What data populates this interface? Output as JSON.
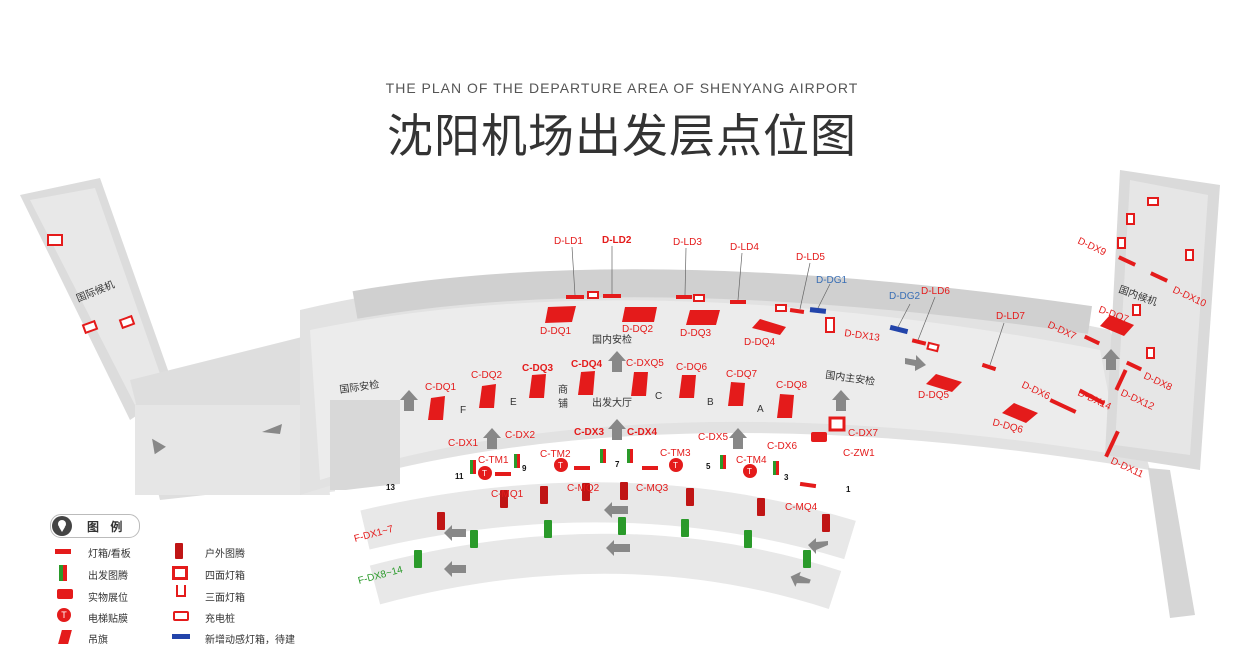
{
  "header": {
    "subtitle": "THE PLAN OF THE DEPARTURE AREA OF SHENYANG AIRPORT",
    "title": "沈阳机场出发层点位图"
  },
  "colors": {
    "red": "#e41b1b",
    "green": "#2a9a2a",
    "blue": "#2244aa",
    "floor": "#e6e6e6",
    "wall": "#c9c9c9"
  },
  "areas": {
    "intl_waiting": "国际候机",
    "intl_security": "国际安检",
    "dom_security": "国内安检",
    "dom_main_security": "国内主安检",
    "dom_waiting": "国内候机",
    "shops": "商\n铺",
    "departure_hall": "出发大厅",
    "zones": [
      "F",
      "E",
      "C",
      "B",
      "A"
    ],
    "gates": [
      "13",
      "11",
      "9",
      "7",
      "5",
      "3",
      "1"
    ]
  },
  "points": {
    "D-LD1": "D-LD1",
    "D-LD2": "D-LD2",
    "D-LD3": "D-LD3",
    "D-LD4": "D-LD4",
    "D-LD5": "D-LD5",
    "D-LD6": "D-LD6",
    "D-LD7": "D-LD7",
    "D-DG1": "D-DG1",
    "D-DG2": "D-DG2",
    "D-DQ1": "D-DQ1",
    "D-DQ2": "D-DQ2",
    "D-DQ3": "D-DQ3",
    "D-DQ4": "D-DQ4",
    "D-DQ5": "D-DQ5",
    "D-DQ6": "D-DQ6",
    "D-DQ7": "D-DQ7",
    "D-DX6": "D-DX6",
    "D-DX7": "D-DX7",
    "D-DX8": "D-DX8",
    "D-DX9": "D-DX9",
    "D-DX10": "D-DX10",
    "D-DX11": "D-DX11",
    "D-DX12": "D-DX12",
    "D-DX13": "D-DX13",
    "D-DX14": "D-DX14",
    "C-DQ1": "C-DQ1",
    "C-DQ2": "C-DQ2",
    "C-DQ3": "C-DQ3",
    "C-DQ4": "C-DQ4",
    "C-DXQ5": "C-DXQ5",
    "C-DQ6": "C-DQ6",
    "C-DQ7": "C-DQ7",
    "C-DQ8": "C-DQ8",
    "C-DX1": "C-DX1",
    "C-DX2": "C-DX2",
    "C-DX3": "C-DX3",
    "C-DX4": "C-DX4",
    "C-DX5": "C-DX5",
    "C-DX6": "C-DX6",
    "C-DX7": "C-DX7",
    "C-TM1": "C-TM1",
    "C-TM2": "C-TM2",
    "C-TM3": "C-TM3",
    "C-TM4": "C-TM4",
    "C-MQ1": "C-MQ1",
    "C-MQ2": "C-MQ2",
    "C-MQ3": "C-MQ3",
    "C-MQ4": "C-MQ4",
    "C-ZW1": "C-ZW1",
    "F-DX1-7": "F-DX1~7",
    "F-DX8-14": "F-DX8~14"
  },
  "legend": {
    "title": "图 例",
    "items": [
      {
        "label": "灯箱/看板",
        "icon": "lightbox-icon"
      },
      {
        "label": "出发图腾",
        "icon": "departure-totem-icon"
      },
      {
        "label": "实物展位",
        "icon": "exhibit-booth-icon"
      },
      {
        "label": "电梯贴膜",
        "icon": "elevator-film-icon"
      },
      {
        "label": "吊旗",
        "icon": "hanging-flag-icon"
      },
      {
        "label": "户外图腾",
        "icon": "outdoor-totem-icon"
      },
      {
        "label": "四面灯箱",
        "icon": "four-sided-lightbox-icon"
      },
      {
        "label": "三面灯箱",
        "icon": "three-sided-lightbox-icon"
      },
      {
        "label": "充电桩",
        "icon": "charging-station-icon"
      },
      {
        "label": "新增动感灯箱，待建",
        "icon": "new-dynamic-lightbox-icon"
      }
    ]
  }
}
